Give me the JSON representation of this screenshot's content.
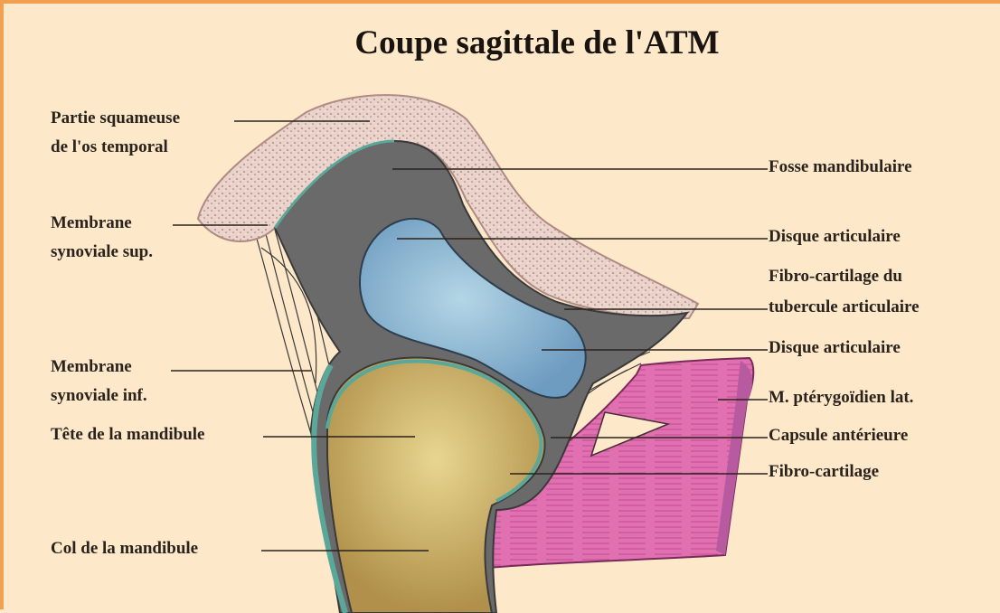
{
  "title": "Coupe sagittale de l'ATM",
  "labels_left": {
    "partie_squameuse_1": "Partie squameuse",
    "partie_squameuse_2": "de l'os temporal",
    "membrane_sup_1": "Membrane",
    "membrane_sup_2": "synoviale sup.",
    "membrane_inf_1": "Membrane",
    "membrane_inf_2": "synoviale inf.",
    "tete_mandibule": "Tête de la mandibule",
    "col_mandibule": "Col de la mandibule"
  },
  "labels_right": {
    "fosse": "Fosse mandibulaire",
    "disque_1": "Disque articulaire",
    "fibro_tubercule_1": "Fibro-cartilage du",
    "fibro_tubercule_2": "tubercule articulaire",
    "disque_2": "Disque articulaire",
    "pterygoidien": "M. ptérygoïdien lat.",
    "capsule": "Capsule antérieure",
    "fibro_cartilage": "Fibro-cartilage"
  },
  "colors": {
    "background": "#fde8c9",
    "border": "#f0a050",
    "bone": "#e8cfc6",
    "fossa": "#6a6a6a",
    "disc": "#8fb8d2",
    "condyle": "#c8b062",
    "muscle": "#e070b0",
    "synovial": "#5aa89a"
  }
}
